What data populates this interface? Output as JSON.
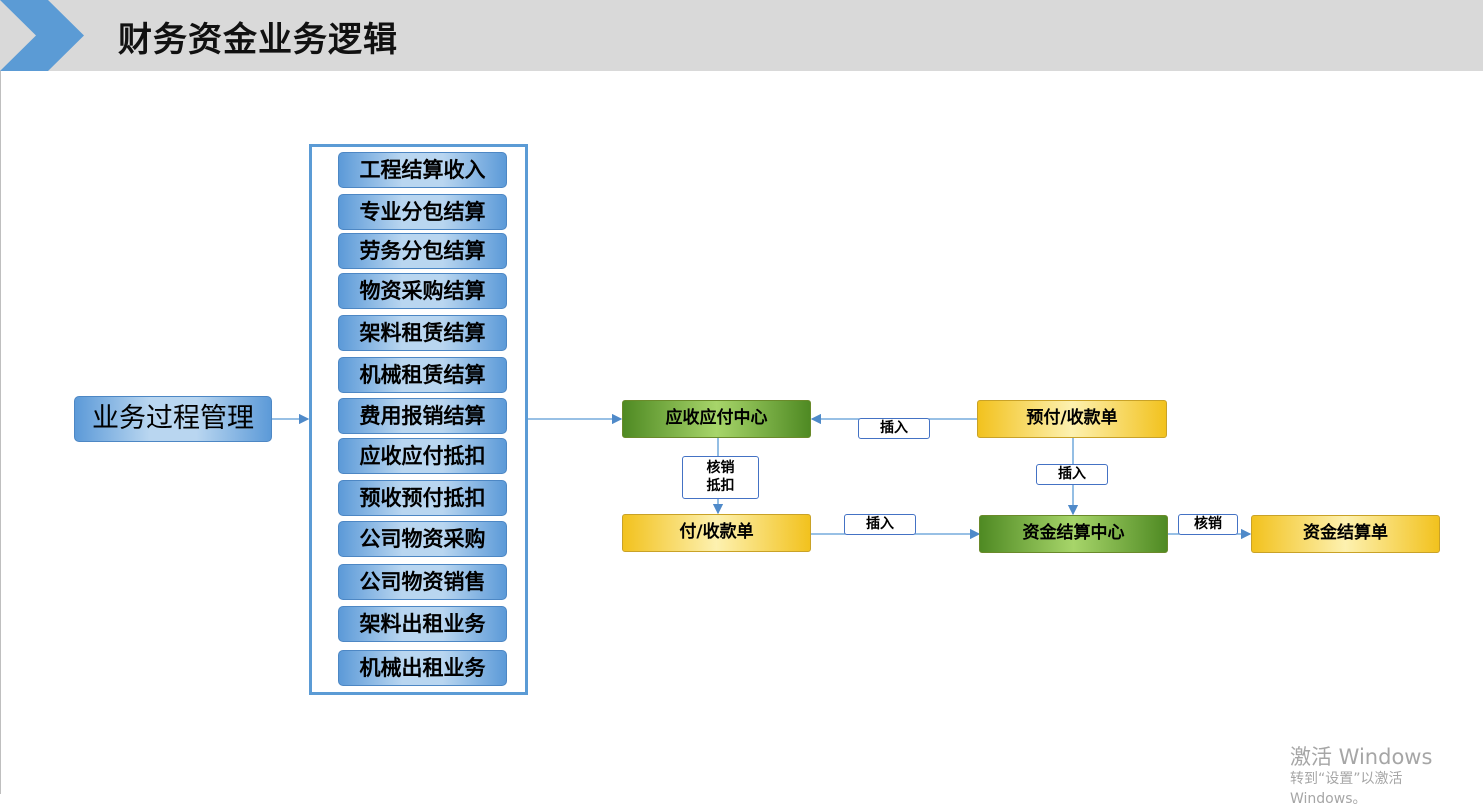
{
  "header": {
    "title": "财务资金业务逻辑"
  },
  "business_process": "业务过程管理",
  "settlement_items": [
    "工程结算收入",
    "专业分包结算",
    "劳务分包结算",
    "物资采购结算",
    "架料租赁结算",
    "机械租赁结算",
    "费用报销结算",
    "应收应付抵扣",
    "预收预付抵扣",
    "公司物资采购",
    "公司物资销售",
    "架料出租业务",
    "机械出租业务"
  ],
  "nodes": {
    "ar_ap_center": "应收应付中心",
    "prepay_receipt": "预付/收款单",
    "pay_receipt": "付/收款单",
    "fund_settlement_center": "资金结算中心",
    "fund_settlement_doc": "资金结算单"
  },
  "edge_labels": {
    "insert_1": "插入",
    "insert_2": "插入",
    "insert_3": "插入",
    "writeoff_deduct_1": "核销",
    "writeoff_deduct_2": "抵扣",
    "writeoff": "核销"
  },
  "watermark": {
    "line1": "激活 Windows",
    "line2": "转到“设置”以激活 Windows。"
  },
  "colors": {
    "blue": "#5b9bd5",
    "green": "#4f8a23",
    "yellow": "#f2c21e",
    "header": "#d9d9d9"
  }
}
